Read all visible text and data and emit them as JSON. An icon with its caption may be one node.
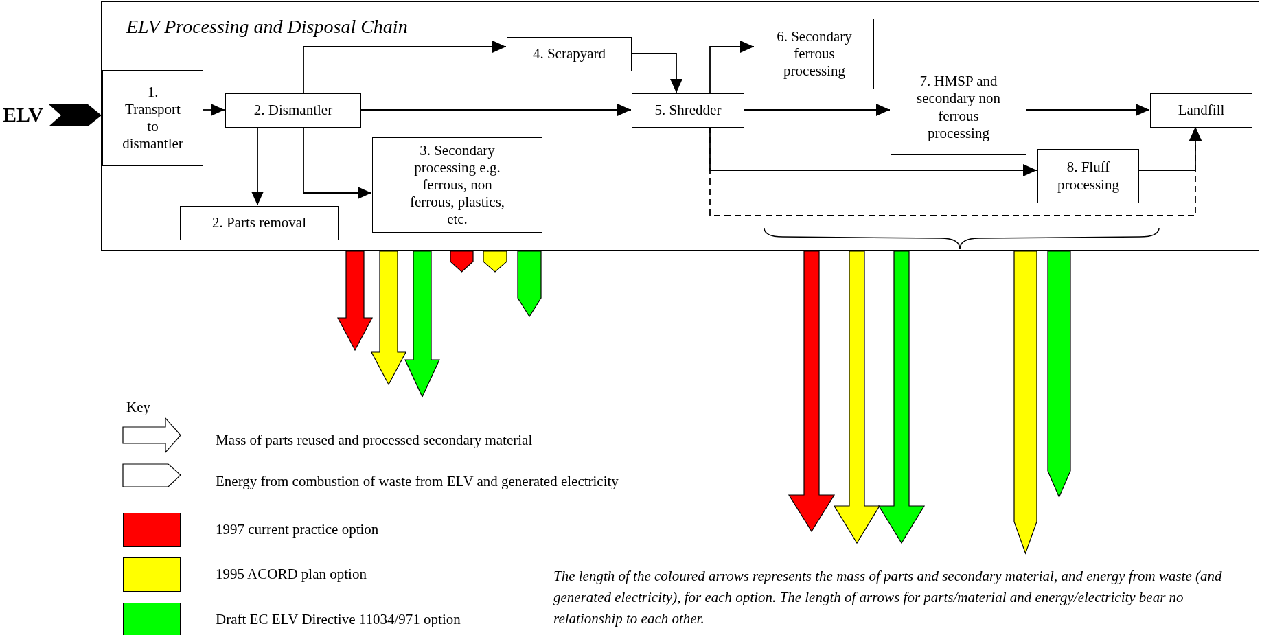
{
  "diagram": {
    "nodes": [
      {
        "text": [
          "ELV Processing and Disposal Chain"
        ]
      },
      {
        "text": [
          "ELV"
        ]
      },
      {
        "text": [
          "1. Transport to dismantler"
        ],
        "in": 0
      },
      {
        "text": [
          "2. Dismantler"
        ],
        "in": 0
      },
      {
        "text": [
          "4. Scrapyard"
        ],
        "in": 0
      },
      {
        "text": [
          "5. Shredder"
        ],
        "in": 0
      },
      {
        "text": [
          "6. Secondary ferrous processing"
        ],
        "in": 0
      },
      {
        "text": [
          "7. HMSP and secondary non ferrous processing"
        ],
        "in": 0
      },
      {
        "text": [
          "Landfill"
        ],
        "in": 0
      },
      {
        "text": [
          "2. Parts removal"
        ],
        "in": 0
      },
      {
        "text": [
          "3. Secondary processing e.g. ferrous, non ferrous, plastics, etc."
        ],
        "in": 0
      },
      {
        "text": [
          "8. Fluff processing"
        ],
        "in": 0
      }
    ],
    "edges": [
      {
        "from": 1,
        "to": 2,
        "arrow": "to"
      },
      {
        "from": 2,
        "to": 3,
        "arrow": "to"
      },
      {
        "from": 3,
        "to": 4,
        "arrow": "to"
      },
      {
        "from": 3,
        "to": 5,
        "arrow": "to"
      },
      {
        "from": 3,
        "to": 9,
        "arrow": "to"
      },
      {
        "from": 3,
        "to": 10,
        "arrow": "to"
      },
      {
        "from": 4,
        "to": 5,
        "arrow": "to"
      },
      {
        "from": 5,
        "to": 6,
        "arrow": "to"
      },
      {
        "from": 5,
        "to": 7,
        "arrow": "to"
      },
      {
        "from": 7,
        "to": 8,
        "arrow": "to"
      },
      {
        "from": 5,
        "to": 11,
        "arrow": "to"
      },
      {
        "from": 11,
        "to": 8,
        "arrow": "to"
      },
      {
        "from": 5,
        "to": 8,
        "arrow": "to",
        "style": "dashed"
      }
    ],
    "labels": [
      "Key",
      "The length of the coloured arrows represents the mass of parts and secondary material, and energy from waste (and generated electricity), for each option. The length of arrows for parts/material and energy/electricity bear no relationship to each other."
    ],
    "legend": [
      {
        "text": "Mass of parts reused and processed secondary material"
      },
      {
        "text": "Energy from combustion of waste from ELV and generated electricity"
      },
      {
        "text": "1997 current practice option",
        "color": "#ff0000"
      },
      {
        "text": "1995 ACORD plan option",
        "color": "#ffff00"
      },
      {
        "text": "Draft EC ELV Directive 11034/971 option",
        "color": "#00ff00"
      }
    ]
  }
}
